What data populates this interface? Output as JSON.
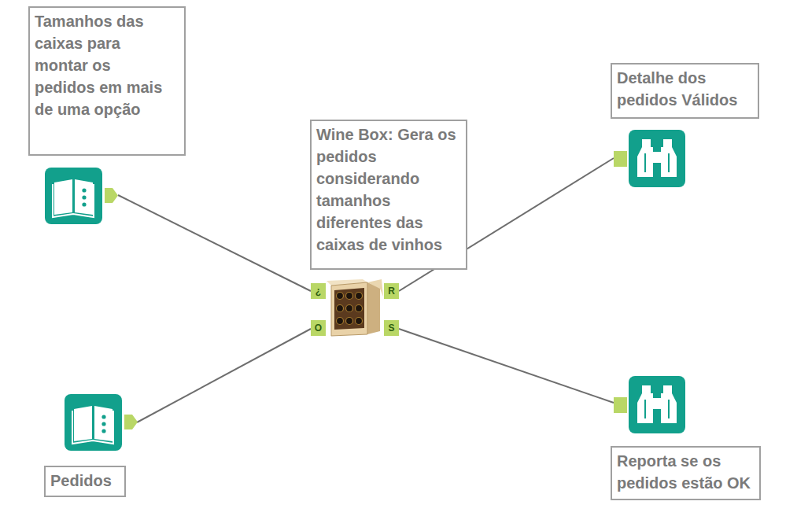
{
  "diagram": {
    "nodes": [
      {
        "text": [
          "Tamanhos das caixas para montar os pedidos em mais de uma opção"
        ]
      },
      {
        "text": [
          "Wine Box: Gera os pedidos considerando tamanhos diferentes das caixas de vinhos",
          "¿",
          "O",
          "R",
          "S"
        ]
      },
      {
        "text": [
          "Detalhe dos pedidos Válidos"
        ]
      },
      {
        "text": [
          "Pedidos"
        ]
      },
      {
        "text": [
          "Reporta se os pedidos estão OK"
        ]
      }
    ],
    "edges": [
      {
        "from": 0,
        "to": 1,
        "arrow": "none"
      },
      {
        "from": 3,
        "to": 1,
        "arrow": "none"
      },
      {
        "from": 1,
        "to": 2,
        "arrow": "none"
      },
      {
        "from": 1,
        "to": 4,
        "arrow": "none"
      }
    ]
  }
}
